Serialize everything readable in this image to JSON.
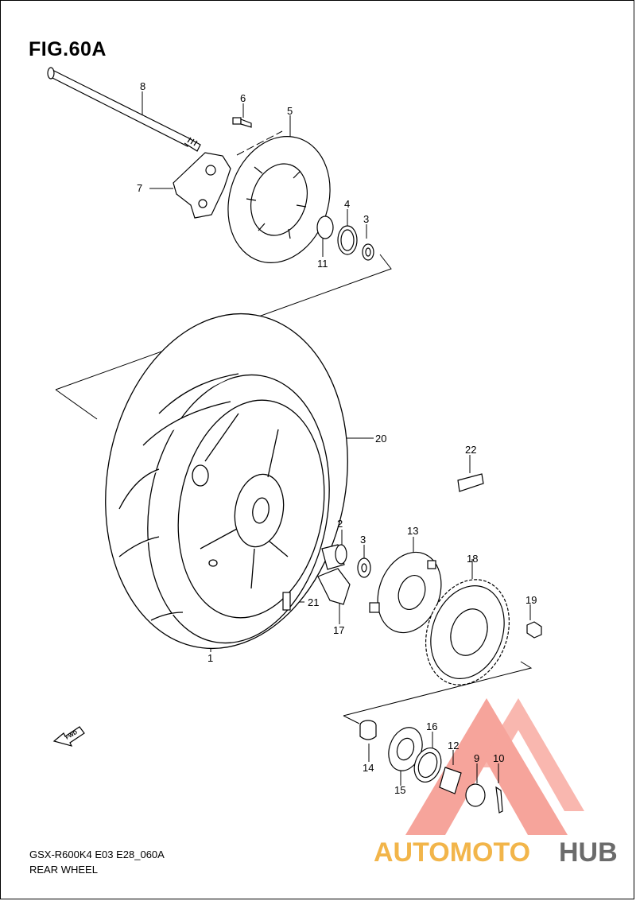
{
  "figure": {
    "title": "FIG.60A",
    "code": "GSX-R600K4 E03 E28_060A",
    "name": "REAR WHEEL"
  },
  "callouts": {
    "c1": "1",
    "c2": "2",
    "c3a": "3",
    "c3b": "3",
    "c4": "4",
    "c5": "5",
    "c6": "6",
    "c7": "7",
    "c8": "8",
    "c9": "9",
    "c10": "10",
    "c11": "11",
    "c12": "12",
    "c13": "13",
    "c14": "14",
    "c15": "15",
    "c16": "16",
    "c17": "17",
    "c18": "18",
    "c19": "19",
    "c20": "20",
    "c21": "21",
    "c22": "22"
  },
  "fwd_label": "FWD",
  "watermark": {
    "part1": "AUTOMOTO",
    "part2": "HUB",
    "color1": "#f2b54a",
    "color2": "#6b6b6b",
    "logo_color": "#f05a4a"
  }
}
